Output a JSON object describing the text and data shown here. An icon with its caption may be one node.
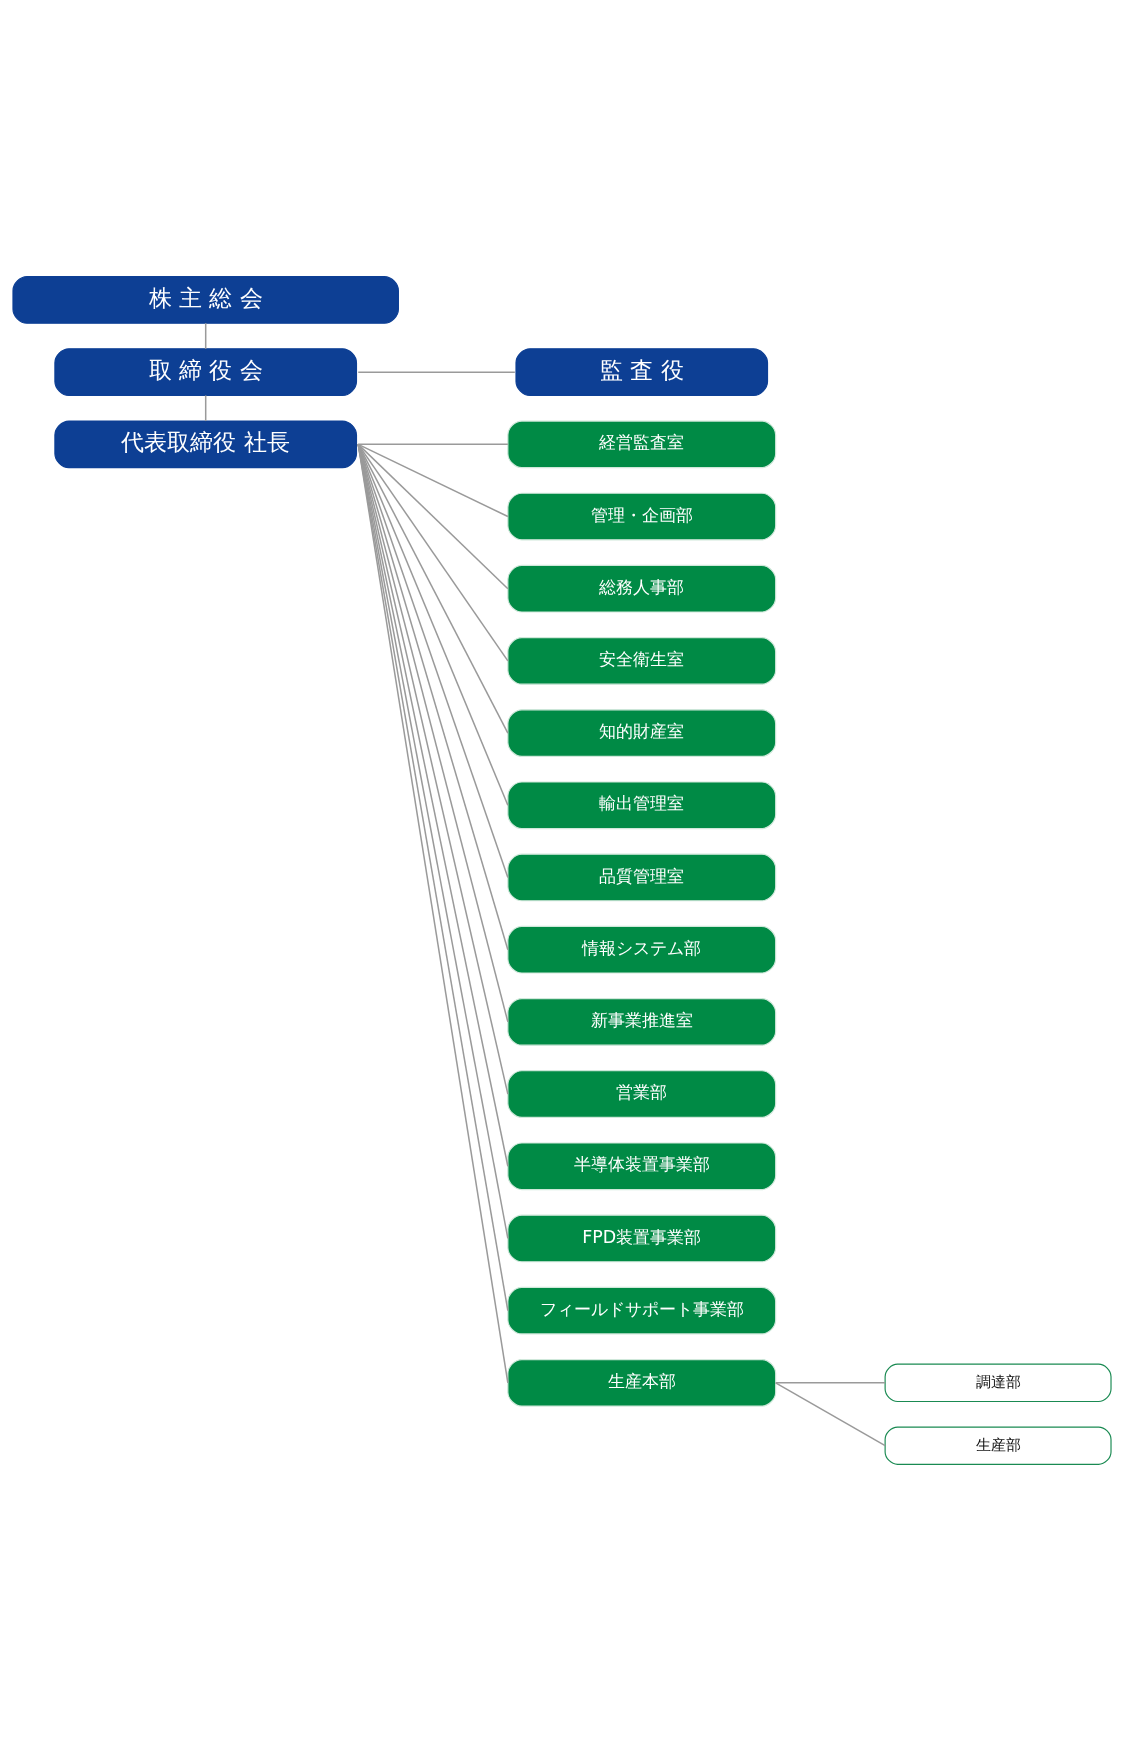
{
  "diagram": {
    "nodes": [
      {
        "text": [
          "株 主 総 会"
        ]
      },
      {
        "text": [
          "取 締 役 会"
        ]
      },
      {
        "text": [
          "監 査 役"
        ]
      },
      {
        "text": [
          "代表取締役 社長"
        ]
      },
      {
        "text": [
          "経営監査室"
        ]
      },
      {
        "text": [
          "管理・企画部"
        ]
      },
      {
        "text": [
          "総務人事部"
        ]
      },
      {
        "text": [
          "安全衛生室"
        ]
      },
      {
        "text": [
          "知的財産室"
        ]
      },
      {
        "text": [
          "輸出管理室"
        ]
      },
      {
        "text": [
          "品質管理室"
        ]
      },
      {
        "text": [
          "情報システム部"
        ]
      },
      {
        "text": [
          "新事業推進室"
        ]
      },
      {
        "text": [
          "営業部"
        ]
      },
      {
        "text": [
          "半導体装置事業部"
        ]
      },
      {
        "text": [
          "FPD装置事業部"
        ]
      },
      {
        "text": [
          "フィールドサポート事業部"
        ]
      },
      {
        "text": [
          "生産本部"
        ]
      },
      {
        "text": [
          "調達部"
        ]
      },
      {
        "text": [
          "生産部"
        ]
      }
    ],
    "edges": [
      {
        "from": 0,
        "to": 1,
        "arrow": "none"
      },
      {
        "from": 1,
        "to": 2,
        "arrow": "none"
      },
      {
        "from": 1,
        "to": 3,
        "arrow": "none"
      },
      {
        "from": 3,
        "to": 4,
        "arrow": "none"
      },
      {
        "from": 3,
        "to": 5,
        "arrow": "none"
      },
      {
        "from": 3,
        "to": 6,
        "arrow": "none"
      },
      {
        "from": 3,
        "to": 7,
        "arrow": "none"
      },
      {
        "from": 3,
        "to": 8,
        "arrow": "none"
      },
      {
        "from": 3,
        "to": 9,
        "arrow": "none"
      },
      {
        "from": 3,
        "to": 10,
        "arrow": "none"
      },
      {
        "from": 3,
        "to": 11,
        "arrow": "none"
      },
      {
        "from": 3,
        "to": 12,
        "arrow": "none"
      },
      {
        "from": 3,
        "to": 13,
        "arrow": "none"
      },
      {
        "from": 3,
        "to": 14,
        "arrow": "none"
      },
      {
        "from": 3,
        "to": 15,
        "arrow": "none"
      },
      {
        "from": 3,
        "to": 16,
        "arrow": "none"
      },
      {
        "from": 3,
        "to": 17,
        "arrow": "none"
      },
      {
        "from": 17,
        "to": 18,
        "arrow": "none"
      },
      {
        "from": 17,
        "to": 19,
        "arrow": "none"
      }
    ]
  }
}
